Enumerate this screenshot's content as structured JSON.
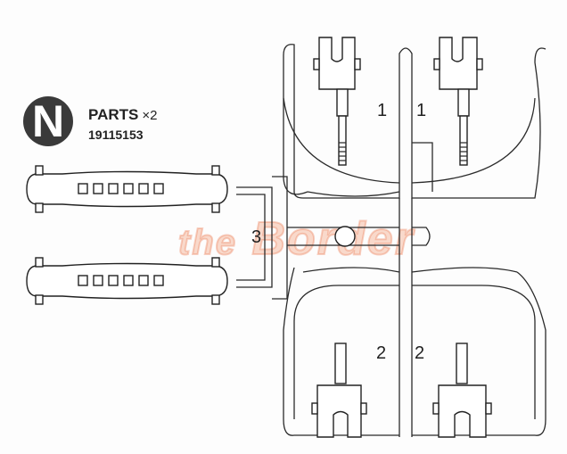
{
  "header": {
    "letter": "N",
    "title": "PARTS",
    "quantity": "×2",
    "part_number": "19115153"
  },
  "labels": {
    "part1a": "1",
    "part1b": "1",
    "part2a": "2",
    "part2b": "2",
    "part3": "3"
  },
  "watermark": {
    "prefix": "the",
    "name": "Border"
  },
  "colors": {
    "line": "#222222",
    "badge": "#3a3a3a",
    "watermark": "#f0966e"
  }
}
